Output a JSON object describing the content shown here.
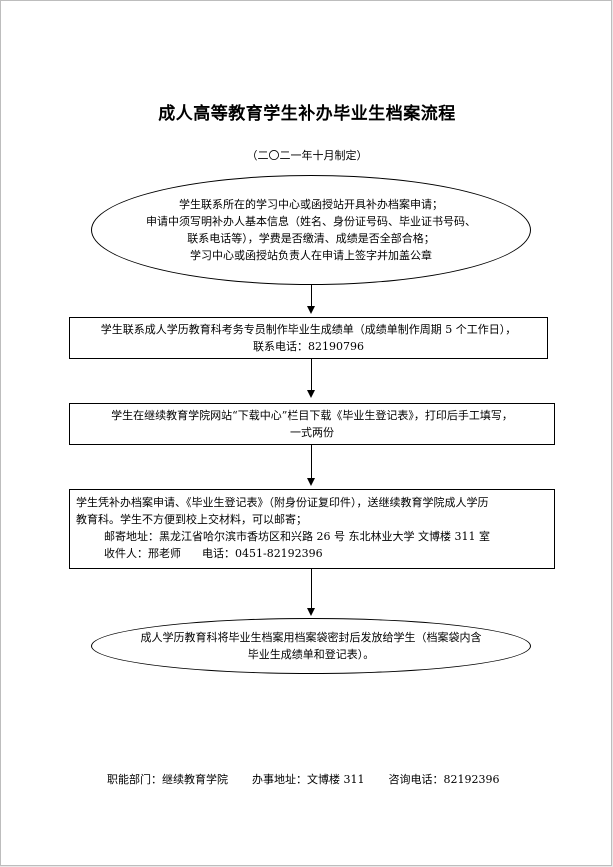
{
  "title": "成人高等教育学生补办毕业生档案流程",
  "subtitle": "（二〇二一年十月制定）",
  "steps": {
    "step1": {
      "lines": [
        "学生联系所在的学习中心或函授站开具补办档案申请；",
        "申请中须写明补办人基本信息（姓名、身份证号码、毕业证书号码、",
        "联系电话等），学费是否缴清、成绩是否全部合格；",
        "学习中心或函授站负责人在申请上签字并加盖公章"
      ]
    },
    "step2": {
      "lines": [
        "学生联系成人学历教育科考务专员制作毕业生成绩单（成绩单制作周期 5 个工作日），",
        "联系电话：82190796"
      ]
    },
    "step3": {
      "lines": [
        "学生在继续教育学院网站“下载中心”栏目下载《毕业生登记表》，打印后手工填写，",
        "一式两份"
      ]
    },
    "step4": {
      "line1": "学生凭补办档案申请、《毕业生登记表》（附身份证复印件），送继续教育学院成人学历",
      "line2": "教育科。学生不方便到校上交材料，可以邮寄；",
      "address": "邮寄地址：黑龙江省哈尔滨市香坊区和兴路 26 号  东北林业大学  文博楼 311 室",
      "recipient": "收件人：邢老师      电话：0451-82192396"
    },
    "step5": {
      "lines": [
        "成人学历教育科将毕业生档案用档案袋密封后发放给学生（档案袋内含",
        "毕业生成绩单和登记表）。"
      ]
    }
  },
  "footer": {
    "department": "职能部门：继续教育学院",
    "office": "办事地址：文博楼 311",
    "phone": "咨询电话：82192396"
  }
}
